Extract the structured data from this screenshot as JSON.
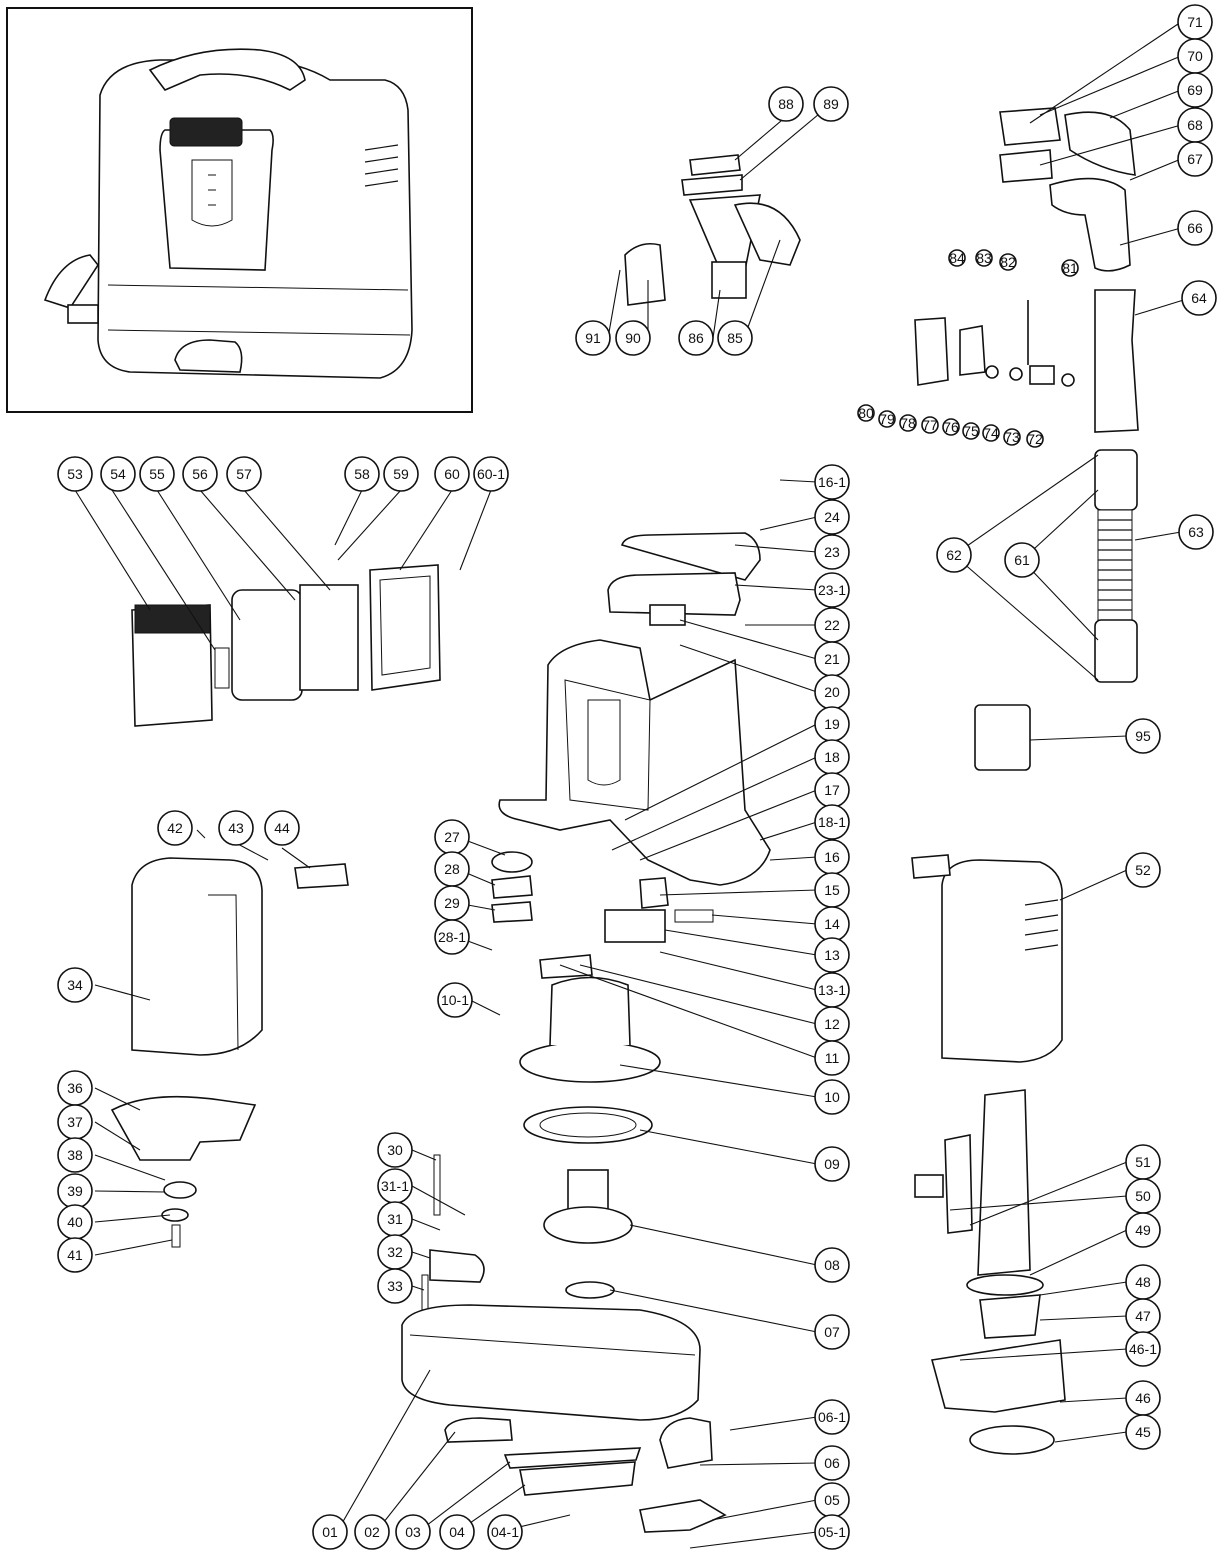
{
  "callouts": {
    "c01": "01",
    "c02": "02",
    "c03": "03",
    "c04": "04",
    "c04_1": "04-1",
    "c05": "05",
    "c05_1": "05-1",
    "c06": "06",
    "c06_1": "06-1",
    "c07": "07",
    "c08": "08",
    "c09": "09",
    "c10": "10",
    "c10_1": "10-1",
    "c11": "11",
    "c12": "12",
    "c13": "13",
    "c13_1": "13-1",
    "c14": "14",
    "c15": "15",
    "c16": "16",
    "c16_1": "16-1",
    "c17": "17",
    "c18": "18",
    "c18_1": "18-1",
    "c19": "19",
    "c20": "20",
    "c21": "21",
    "c22": "22",
    "c23": "23",
    "c23_1": "23-1",
    "c24": "24",
    "c27": "27",
    "c28": "28",
    "c28_1": "28-1",
    "c29": "29",
    "c30": "30",
    "c31": "31",
    "c31_1": "31-1",
    "c32": "32",
    "c33": "33",
    "c34": "34",
    "c36": "36",
    "c37": "37",
    "c38": "38",
    "c39": "39",
    "c40": "40",
    "c41": "41",
    "c42": "42",
    "c43": "43",
    "c44": "44",
    "c45": "45",
    "c46": "46",
    "c46_1": "46-1",
    "c47": "47",
    "c48": "48",
    "c49": "49",
    "c50": "50",
    "c51": "51",
    "c52": "52",
    "c53": "53",
    "c54": "54",
    "c55": "55",
    "c56": "56",
    "c57": "57",
    "c58": "58",
    "c59": "59",
    "c60": "60",
    "c60_1": "60-1",
    "c61": "61",
    "c62": "62",
    "c63": "63",
    "c64": "64",
    "c66": "66",
    "c67": "67",
    "c68": "68",
    "c69": "69",
    "c70": "70",
    "c71": "71",
    "c72": "72",
    "c73": "73",
    "c74": "74",
    "c75": "75",
    "c76": "76",
    "c77": "77",
    "c78": "78",
    "c79": "79",
    "c80": "80",
    "c81": "81",
    "c82": "82",
    "c83": "83",
    "c84": "84",
    "c85": "85",
    "c86": "86",
    "c88": "88",
    "c89": "89",
    "c90": "90",
    "c91": "91",
    "c95": "95"
  }
}
